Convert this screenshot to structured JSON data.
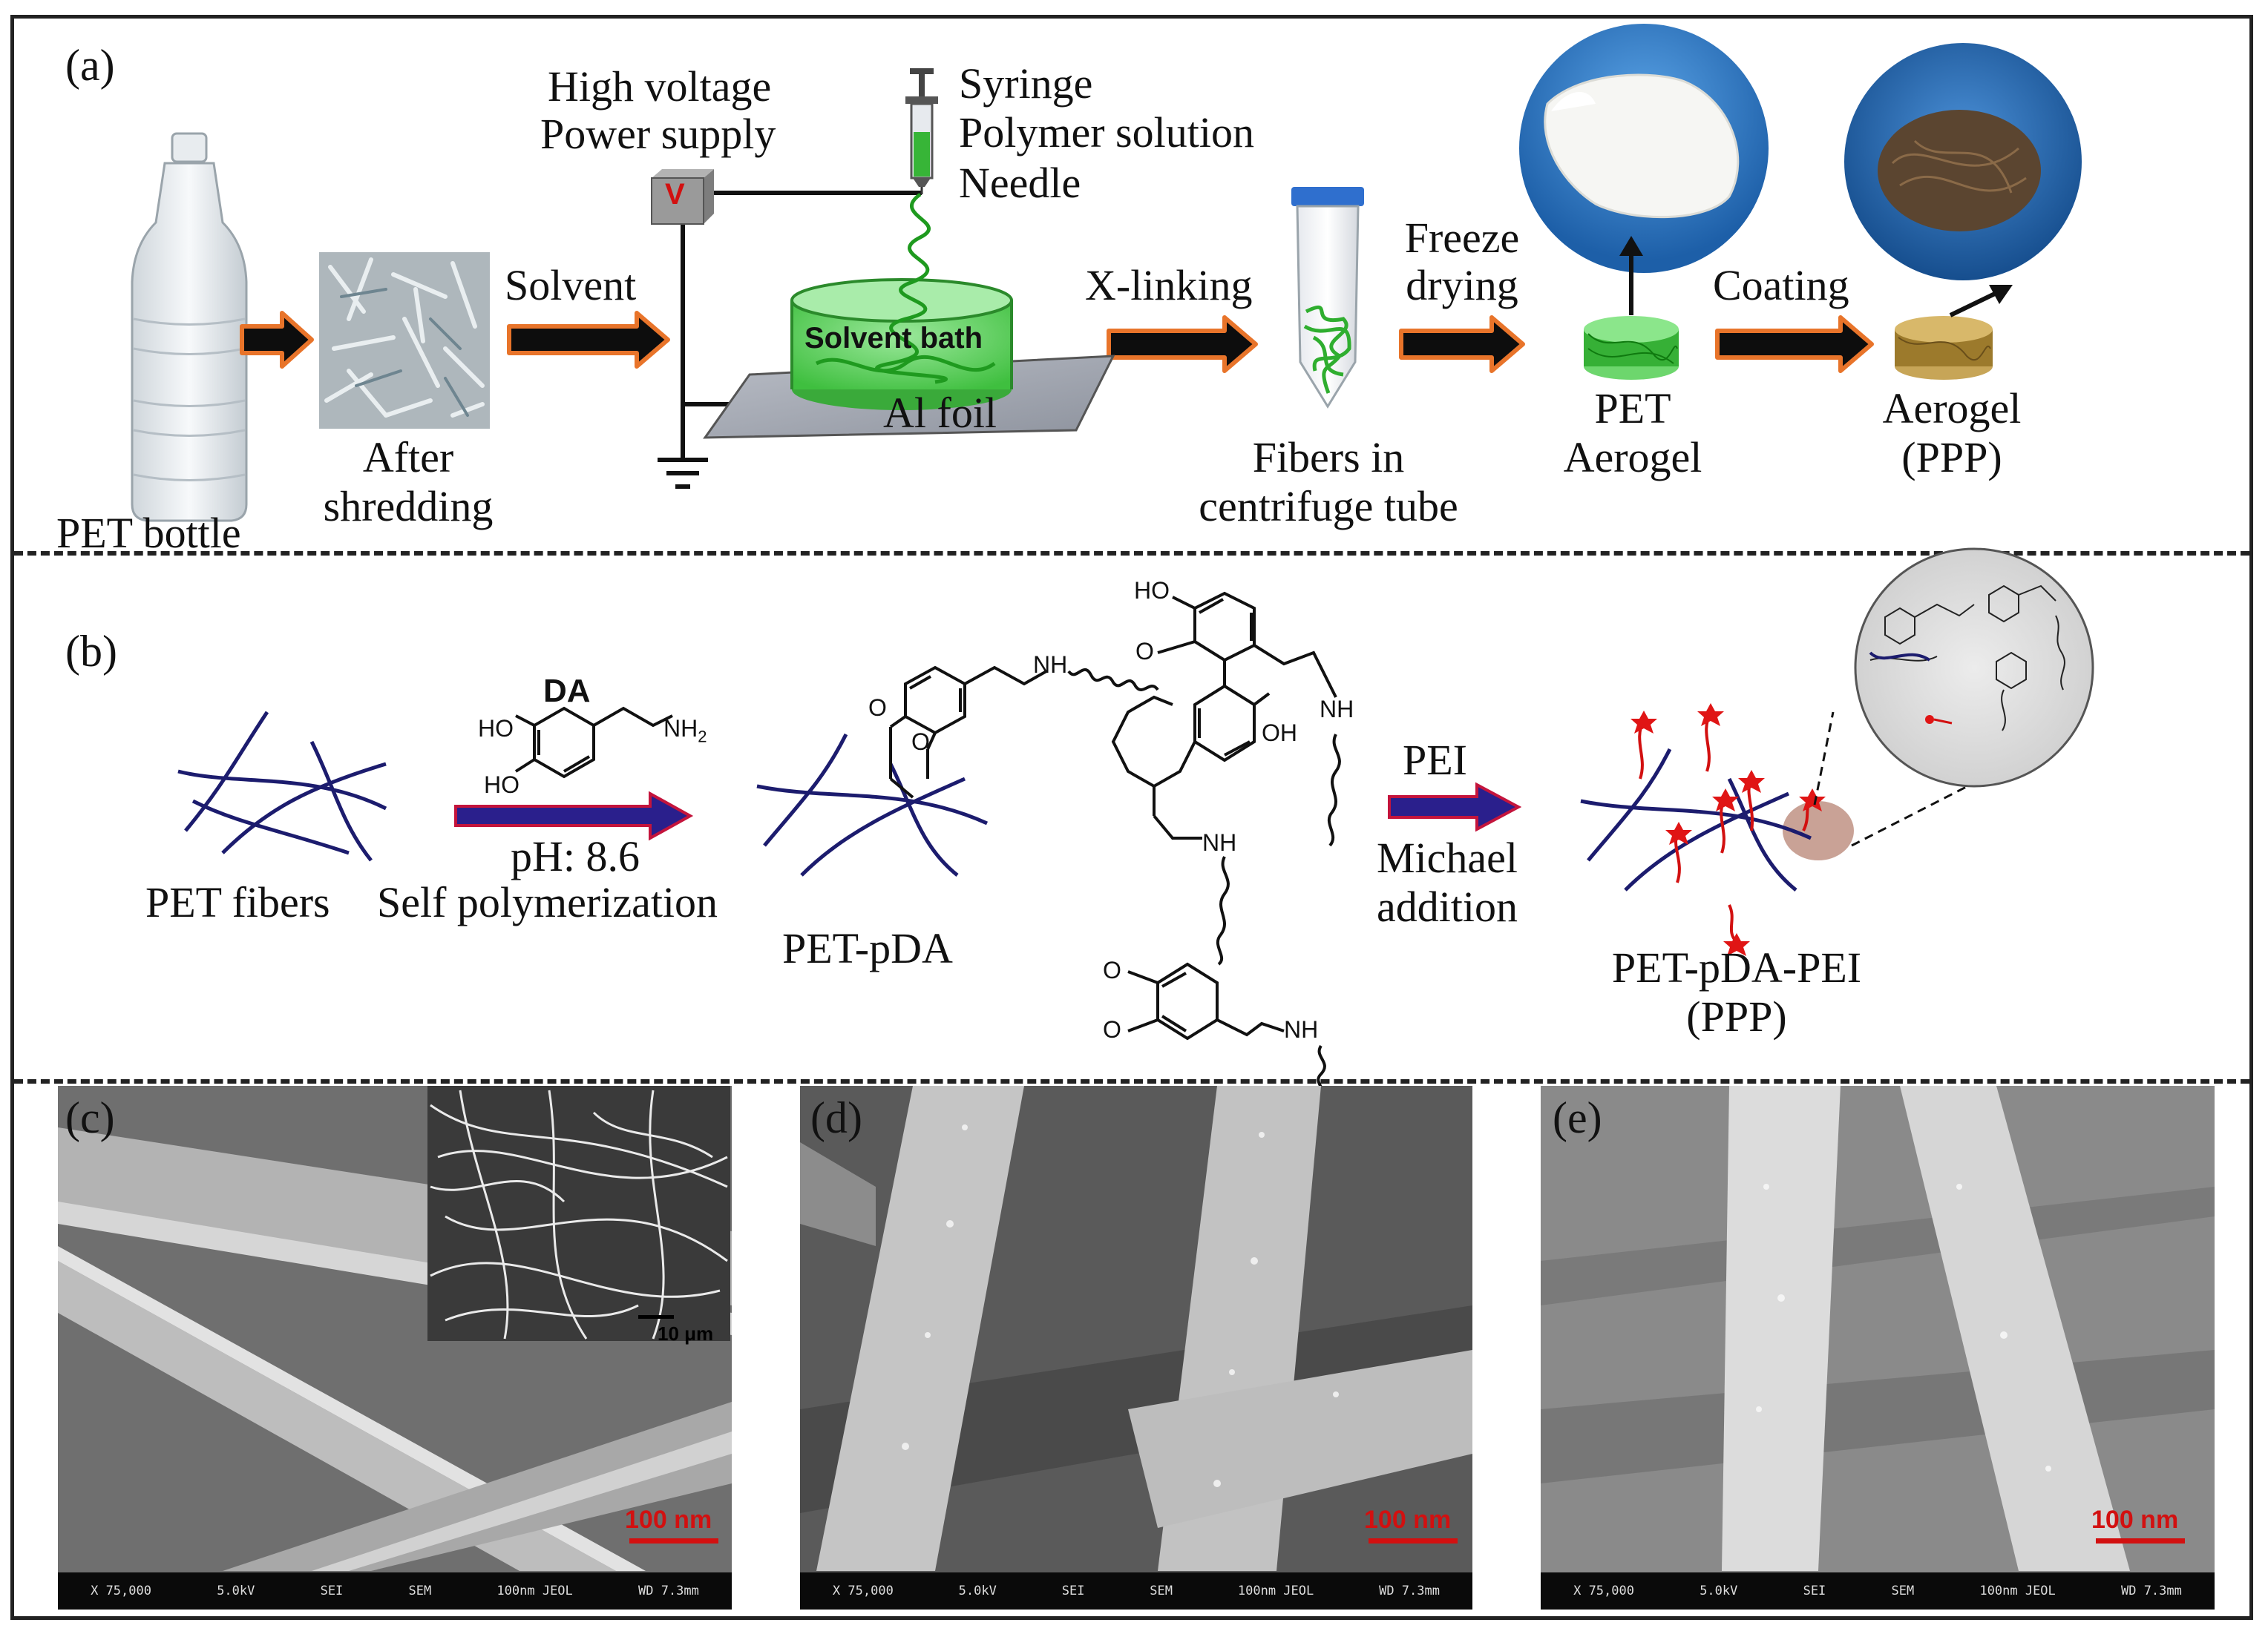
{
  "panels": {
    "a": {
      "letter": "(a)",
      "pet_bottle": "PET bottle",
      "after_shredding_1": "After",
      "after_shredding_2": "shredding",
      "solvent": "Solvent",
      "hv_1": "High voltage",
      "hv_2": "Power supply",
      "v_label": "V",
      "syringe": "Syringe",
      "polymer_solution": "Polymer solution",
      "needle": "Needle",
      "solvent_bath": "Solvent bath",
      "al_foil": "Al foil",
      "x_linking": "X-linking",
      "fibers_1": "Fibers in",
      "fibers_2": "centrifuge tube",
      "freeze_1": "Freeze",
      "freeze_2": "drying",
      "pet_aerogel_1": "PET",
      "pet_aerogel_2": "Aerogel",
      "coating": "Coating",
      "aerogel_ppp_1": "Aerogel",
      "aerogel_ppp_2": "(PPP)"
    },
    "b": {
      "letter": "(b)",
      "da": "DA",
      "ho1": "HO",
      "ho2": "HO",
      "nh2": "NH",
      "nh2_sub": "2",
      "ph": "pH: 8.6",
      "pet_fibers": "PET fibers",
      "self_poly": "Self polymerization",
      "pet_pda": "PET-pDA",
      "nh_a": "NH",
      "nh_b": "NH",
      "nh_c": "NH",
      "nh_d": "NH",
      "ho_top": "HO",
      "oh_mid": "OH",
      "o_top": "O",
      "o_b1": "O",
      "o_b2": "O",
      "o_d1": "O",
      "o_d2": "O",
      "pei": "PEI",
      "michael_1": "Michael",
      "michael_2": "addition",
      "ppp_1": "PET-pDA-PEI",
      "ppp_2": "(PPP)"
    },
    "c": {
      "letter": "(c)",
      "scale": "100 nm",
      "inset_scale": "10 μm",
      "sem_info": [
        "X 75,000",
        "5.0kV",
        "SEI",
        "SEM",
        "100nm JEOL",
        "WD 7.3mm"
      ]
    },
    "d": {
      "letter": "(d)",
      "scale": "100 nm",
      "sem_info": [
        "X 75,000",
        "5.0kV",
        "SEI",
        "SEM",
        "100nm JEOL",
        "WD 7.3mm"
      ]
    },
    "e": {
      "letter": "(e)",
      "scale": "100 nm",
      "sem_info": [
        "X 75,000",
        "5.0kV",
        "SEI",
        "SEM",
        "100nm JEOL",
        "WD 7.3mm"
      ]
    }
  },
  "colors": {
    "arrow_fill": "#0d0d0d",
    "arrow_outline": "#e8742a",
    "fiber_green": "#2fae2f",
    "fiber_navy": "#1c1c6e",
    "scale_red": "#d21010",
    "bath_green": "#6fd36f",
    "pei_arrow": "#2a1f8c"
  }
}
